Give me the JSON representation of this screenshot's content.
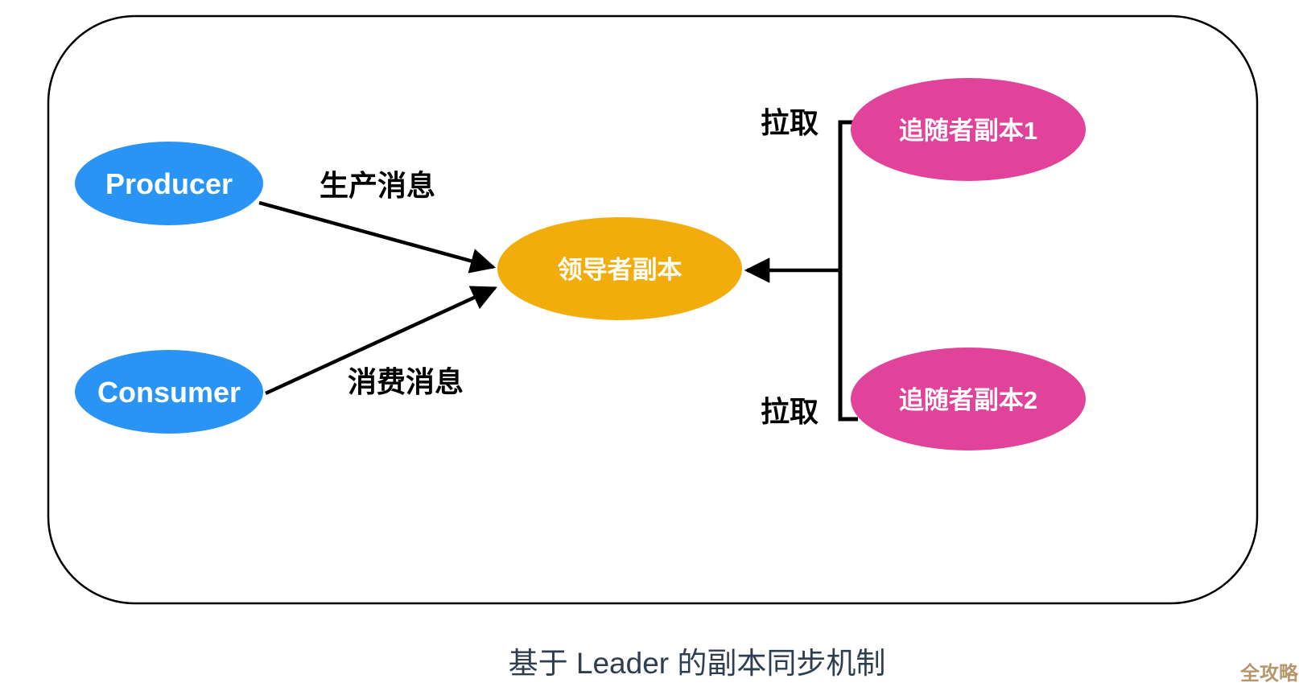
{
  "diagram": {
    "nodes": {
      "producer": {
        "label": "Producer",
        "fill": "#2A94F4",
        "text_color": "#FFFFFF"
      },
      "consumer": {
        "label": "Consumer",
        "fill": "#2A94F4",
        "text_color": "#FFFFFF"
      },
      "leader": {
        "label": "领导者副本",
        "fill": "#F2AD0D",
        "text_color": "#FFFFFF"
      },
      "follower1": {
        "label": "追随者副本1",
        "fill": "#E2439A",
        "text_color": "#FFFFFF"
      },
      "follower2": {
        "label": "追随者副本2",
        "fill": "#E2439A",
        "text_color": "#FFFFFF"
      }
    },
    "edge_labels": {
      "produce": "生产消息",
      "consume": "消费消息",
      "pull_top": "拉取",
      "pull_bottom": "拉取"
    },
    "caption": "基于 Leader 的副本同步机制",
    "watermark": "全攻略",
    "colors": {
      "line": "#000000",
      "caption_text": "#2E3D50",
      "watermark_text": "#B5976B"
    }
  }
}
